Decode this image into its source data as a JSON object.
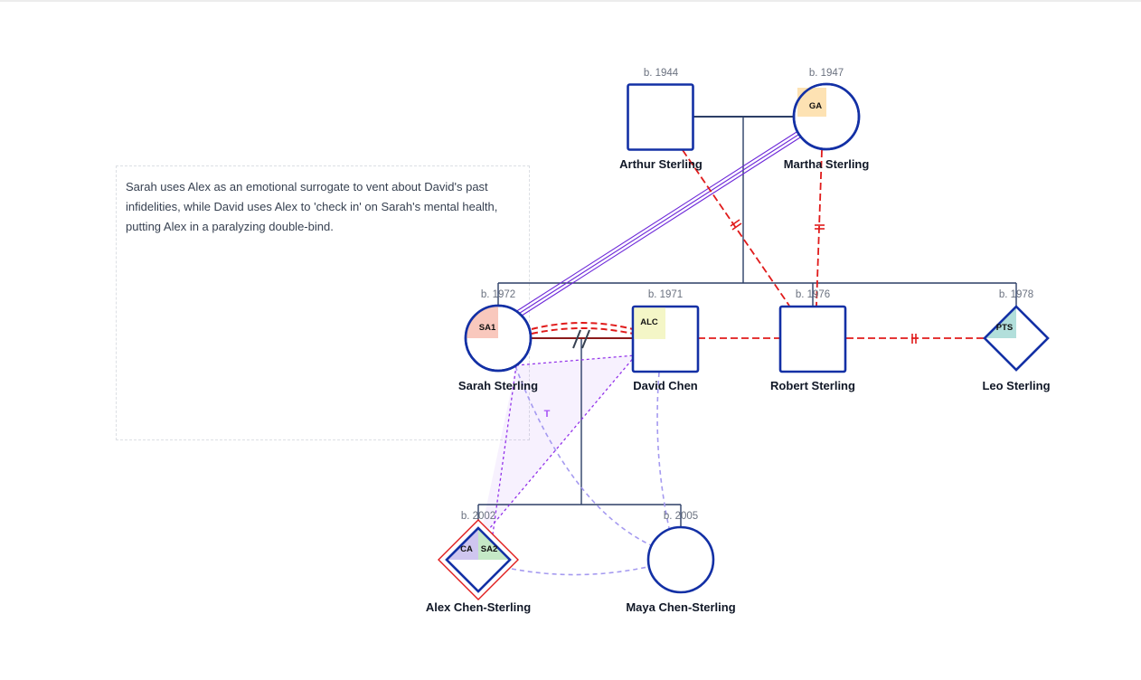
{
  "note": {
    "text": "Sarah uses Alex as an emotional surrogate to vent about David's past infidelities, while David uses Alex to 'check in' on Sarah's mental health, putting Alex in a paralyzing double-bind."
  },
  "people": {
    "arthur": {
      "name": "Arthur Sterling",
      "birth": "b. 1944",
      "shape": "square"
    },
    "martha": {
      "name": "Martha Sterling",
      "birth": "b. 1947",
      "shape": "circle",
      "tags": [
        "GA"
      ]
    },
    "sarah": {
      "name": "Sarah Sterling",
      "birth": "b. 1972",
      "shape": "circle",
      "tags": [
        "SA1"
      ]
    },
    "david": {
      "name": "David Chen",
      "birth": "b. 1971",
      "shape": "square",
      "tags": [
        "ALC"
      ]
    },
    "robert": {
      "name": "Robert Sterling",
      "birth": "b. 1976",
      "shape": "square"
    },
    "leo": {
      "name": "Leo Sterling",
      "birth": "b. 1978",
      "shape": "diamond",
      "tags": [
        "PTS"
      ]
    },
    "alex": {
      "name": "Alex Chen-Sterling",
      "birth": "b. 2002",
      "shape": "diamond",
      "tags": [
        "CA",
        "SA2"
      ],
      "identified_patient": true
    },
    "maya": {
      "name": "Maya Chen-Sterling",
      "birth": "b. 2005",
      "shape": "circle"
    }
  },
  "triangle": {
    "label": "T"
  },
  "colors": {
    "outline": "#1330a5",
    "family_line": "#2c3e66",
    "conflict": "#e01b1b",
    "fused": "#6d28d9",
    "triangle": "#9333ea",
    "close": "#a59af0",
    "tag_GA": "#fde2b3",
    "tag_SA1": "#f9c8bd",
    "tag_ALC": "#f4f6c7",
    "tag_PTS": "#b2dfdb",
    "tag_CA": "#cfc6ef",
    "tag_SA2": "#c5e8c6"
  }
}
